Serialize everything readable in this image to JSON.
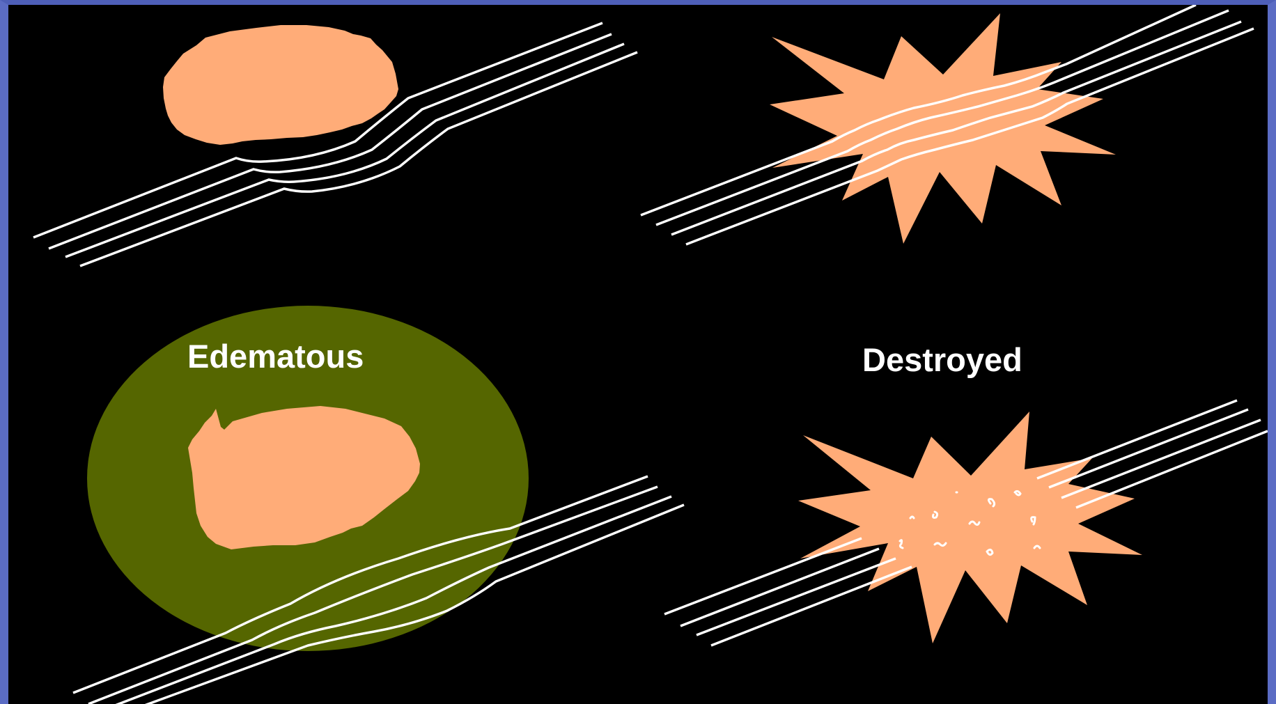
{
  "colors": {
    "background": "#000000",
    "border": "#5b6cc4",
    "tissue": "#ffac78",
    "edema": "#556600",
    "fiber": "#ffffff"
  },
  "labels": {
    "edematous": "Edematous",
    "destroyed": "Destroyed"
  },
  "panels": [
    {
      "id": "normal",
      "tissue_shape": "blob",
      "edema": false,
      "fibers": "bent around mass"
    },
    {
      "id": "infiltrated",
      "tissue_shape": "starburst",
      "edema": false,
      "fibers": "passing through, wavy"
    },
    {
      "id": "edematous",
      "tissue_shape": "blob",
      "edema": true,
      "fibers": "displaced and spread"
    },
    {
      "id": "destroyed",
      "tissue_shape": "starburst",
      "edema": false,
      "fibers": "fragmented"
    }
  ]
}
